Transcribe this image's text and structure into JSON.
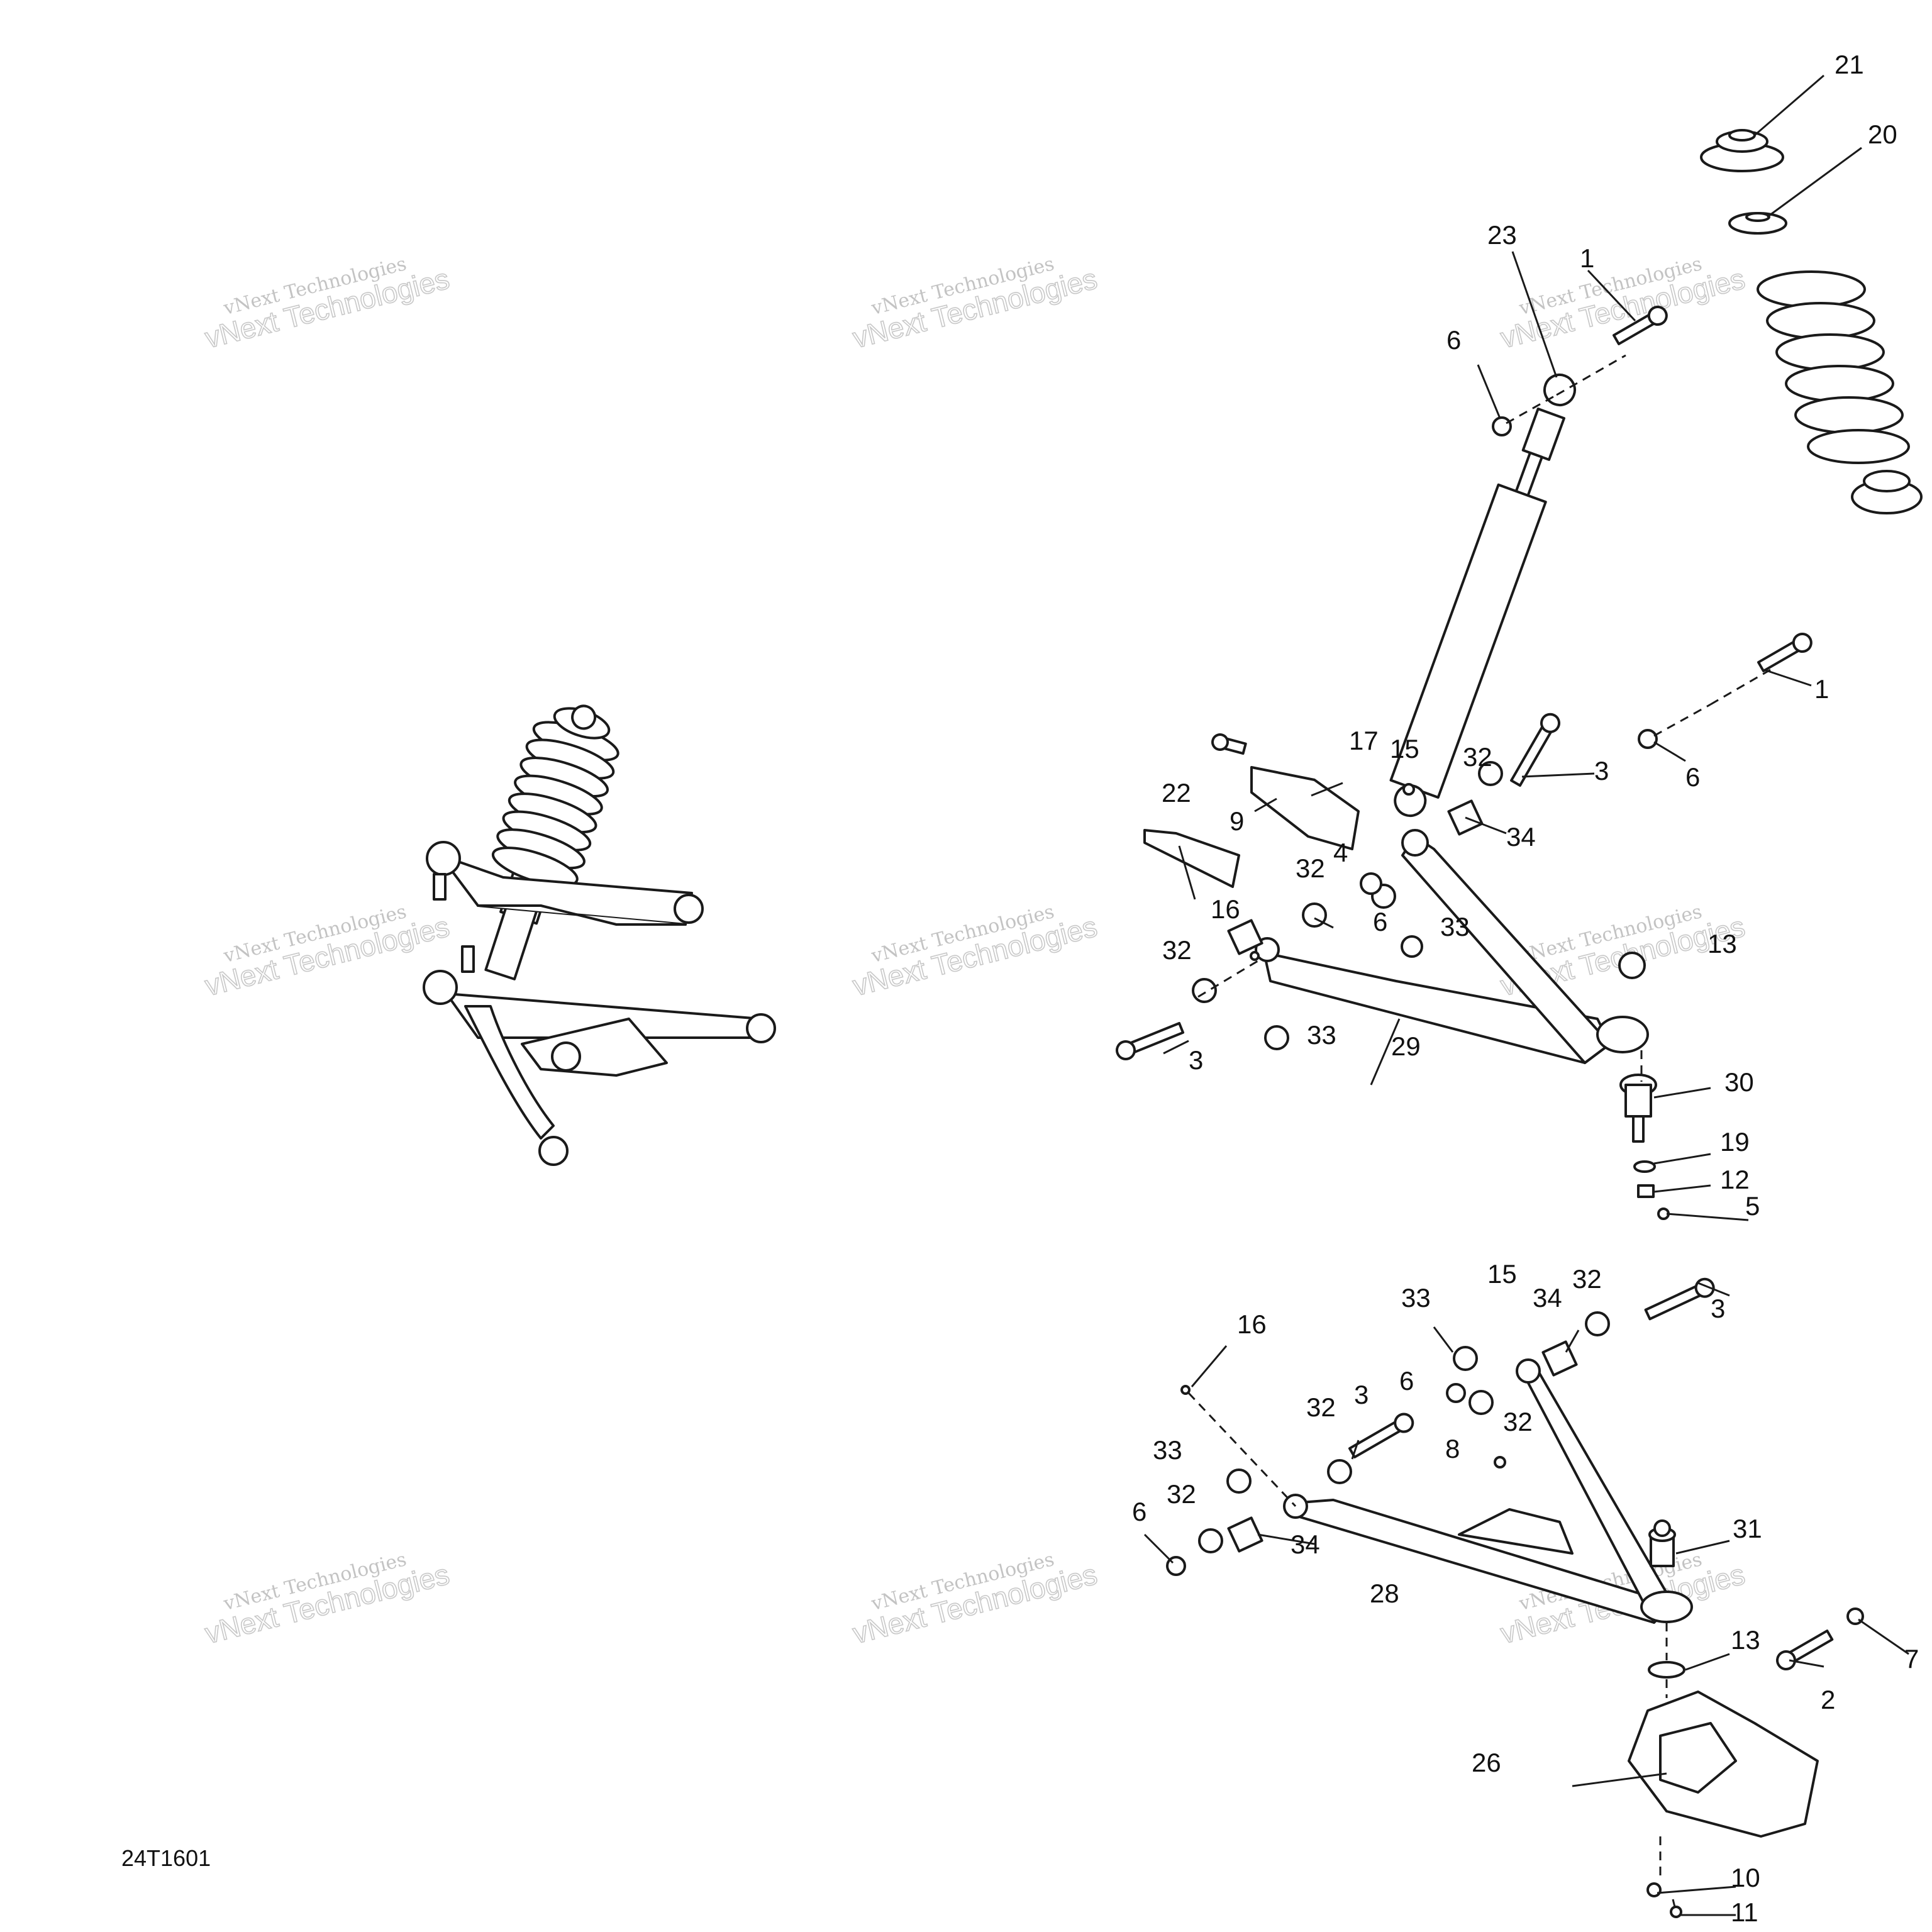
{
  "document_id": "24T1601",
  "watermarks": [
    {
      "line1": "vNext Technologies",
      "line2": "vNext Technologies"
    },
    {
      "line1": "vNext Technologies",
      "line2": "vNext Technologies"
    },
    {
      "line1": "vNext Technologies",
      "line2": "vNext Technologies"
    },
    {
      "line1": "vNext Technologies",
      "line2": "vNext Technologies"
    },
    {
      "line1": "vNext Technologies",
      "line2": "vNext Technologies"
    },
    {
      "line1": "vNext Technologies",
      "line2": "vNext Technologies"
    },
    {
      "line1": "vNext Technologies",
      "line2": "vNext Technologies"
    },
    {
      "line1": "vNext Technologies",
      "line2": "vNext Technologies"
    },
    {
      "line1": "vNext Technologies",
      "line2": "vNext Technologies"
    }
  ],
  "callouts": [
    "21",
    "20",
    "23",
    "1",
    "6",
    "1",
    "6",
    "17",
    "15",
    "32",
    "3",
    "22",
    "9",
    "4",
    "34",
    "32",
    "6",
    "33",
    "16",
    "32",
    "13",
    "33",
    "29",
    "3",
    "30",
    "19",
    "12",
    "5",
    "15",
    "32",
    "33",
    "34",
    "3",
    "16",
    "6",
    "32",
    "3",
    "32",
    "8",
    "33",
    "32",
    "31",
    "6",
    "34",
    "28",
    "13",
    "7",
    "2",
    "26",
    "10",
    "11"
  ]
}
